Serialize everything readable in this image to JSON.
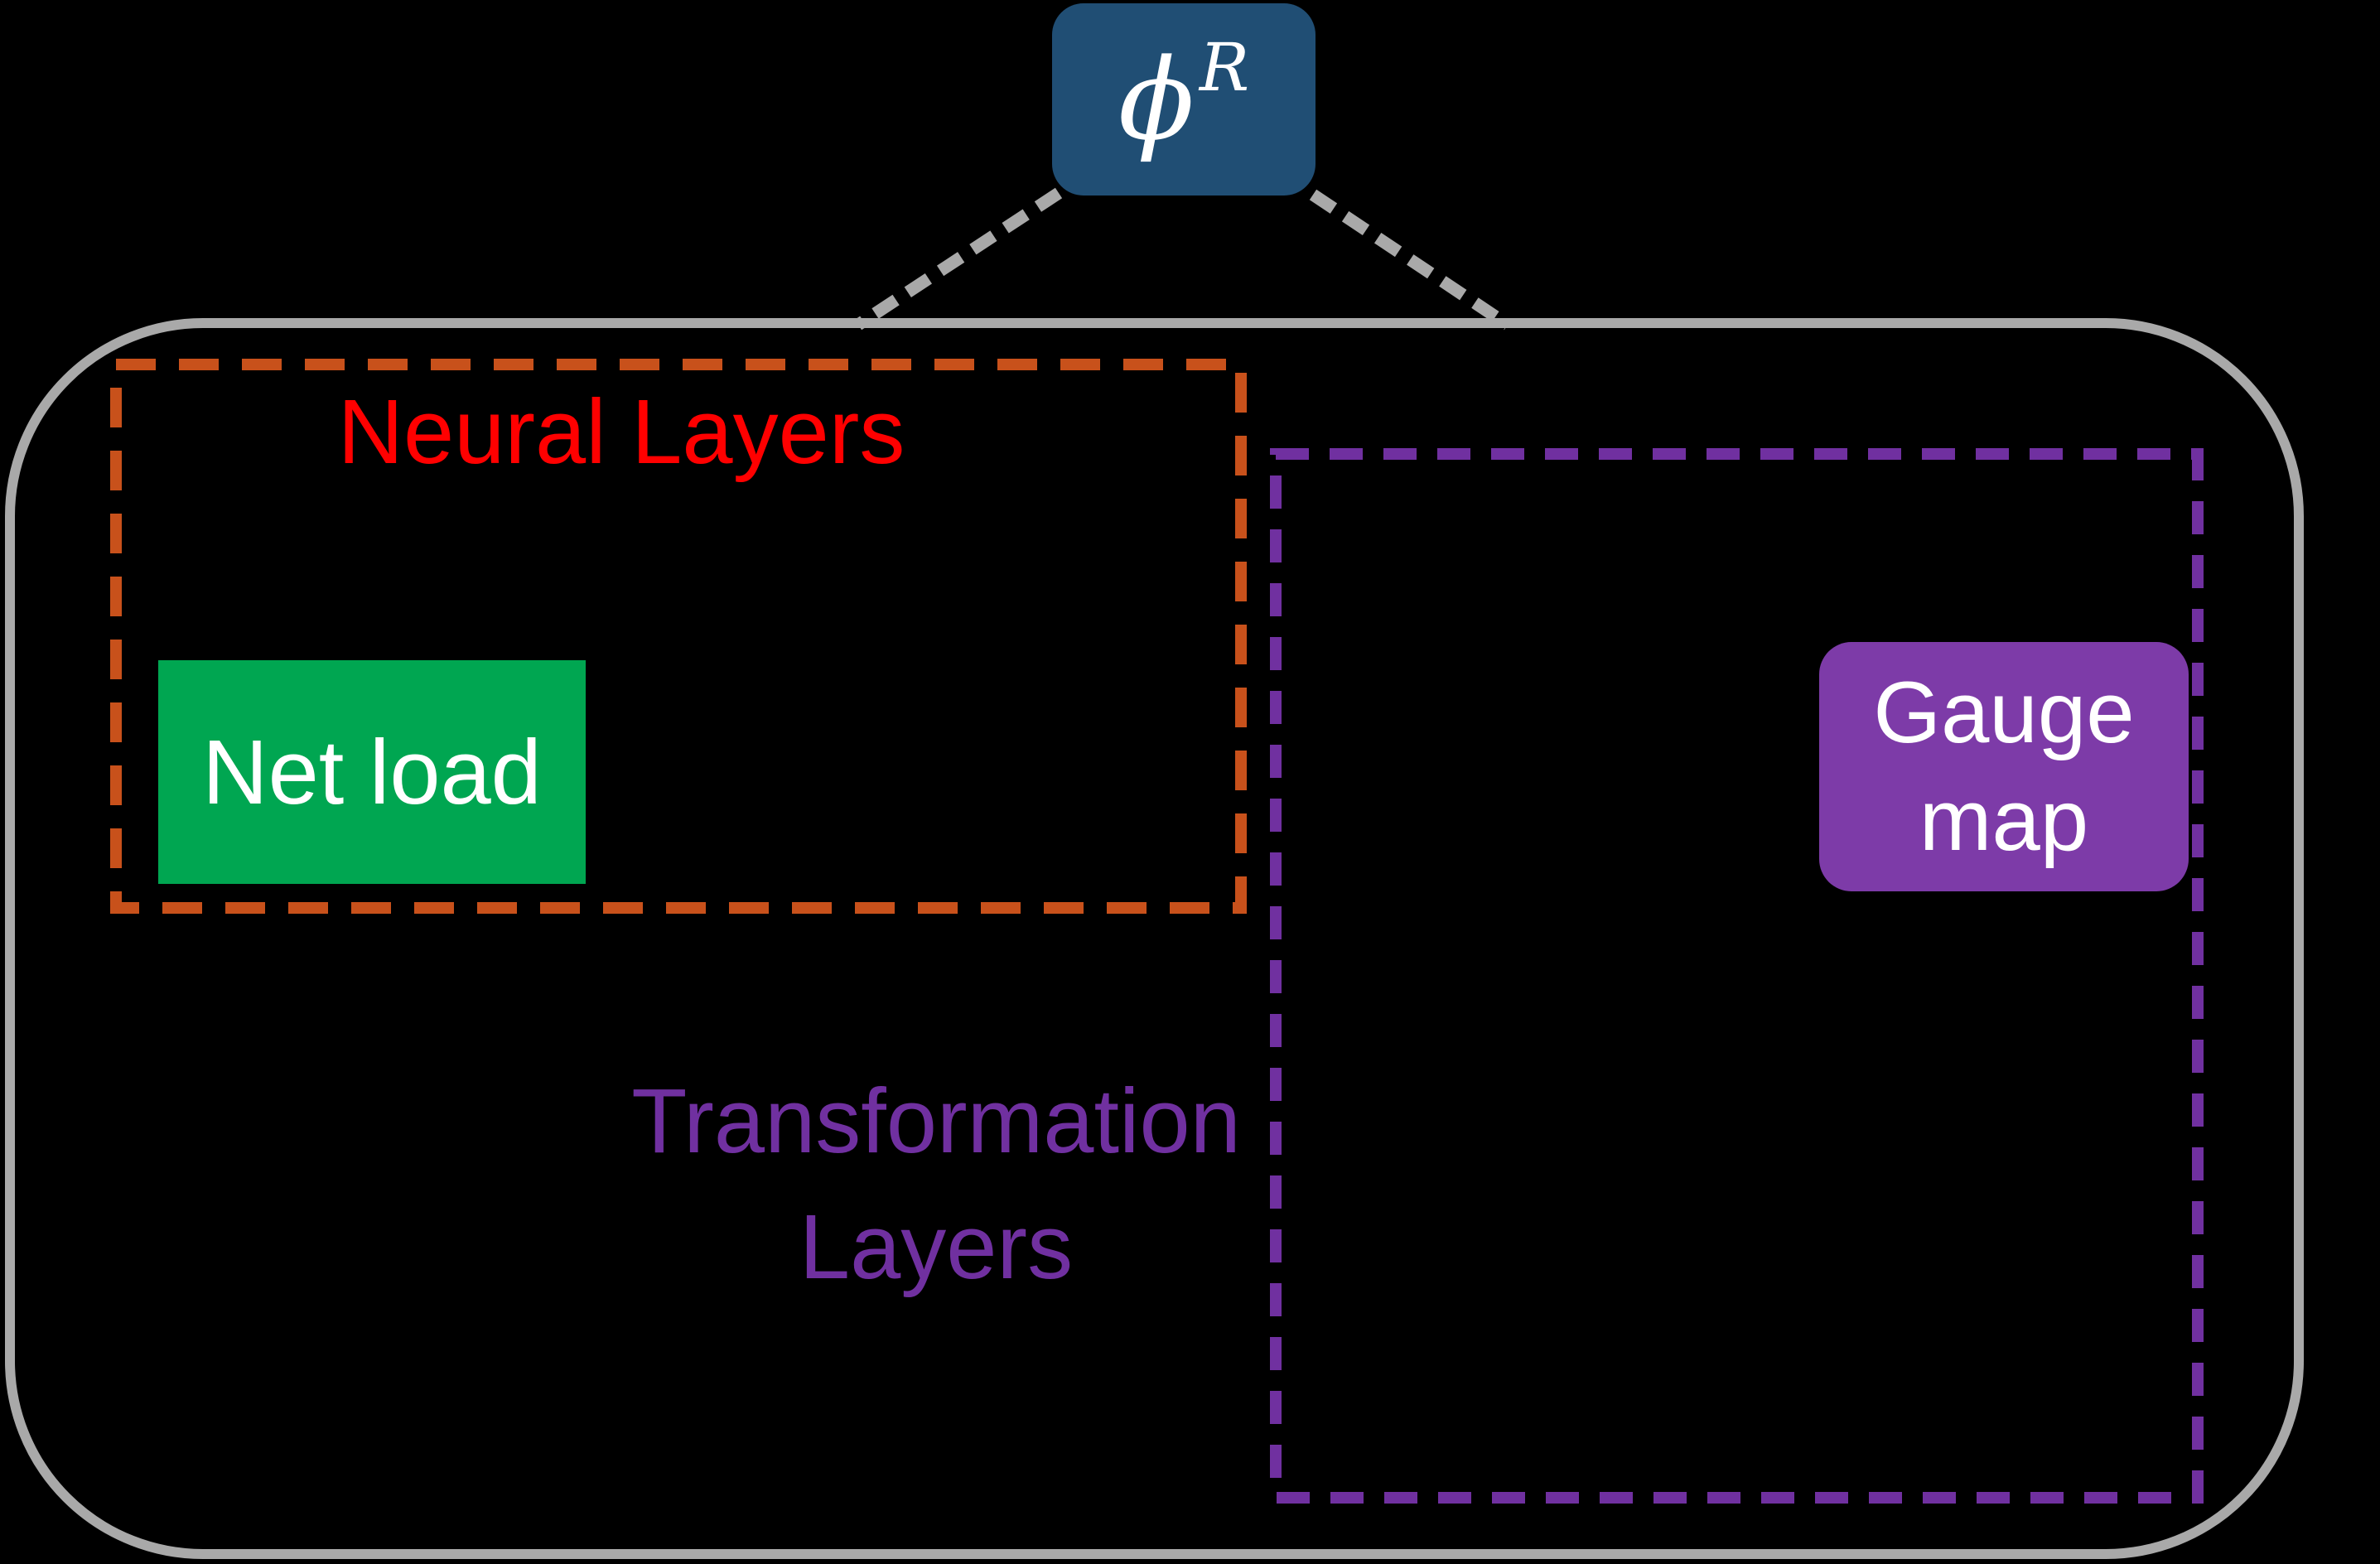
{
  "root_node": {
    "symbol": "ϕ",
    "superscript": "R"
  },
  "neural_layers": {
    "label": "Neural Layers"
  },
  "net_load": {
    "label": "Net load"
  },
  "transformation_layers": {
    "label_line1": "Transformation",
    "label_line2": "Layers"
  },
  "gauge_map": {
    "label_line1": "Gauge",
    "label_line2": "map"
  },
  "colors": {
    "background": "#000000",
    "root_node_fill": "#204E74",
    "root_node_text": "#FFFFFF",
    "outer_container_stroke": "#A9A9A9",
    "connector_stroke": "#A9A9A9",
    "neural_layers_border": "#C8511B",
    "neural_layers_text": "#FF0000",
    "net_load_fill": "#00A651",
    "net_load_text": "#FFFFFF",
    "transformation_border": "#7030A0",
    "transformation_text": "#7030A0",
    "gauge_map_fill": "#7D3BA8",
    "gauge_map_text": "#FFFFFF"
  }
}
